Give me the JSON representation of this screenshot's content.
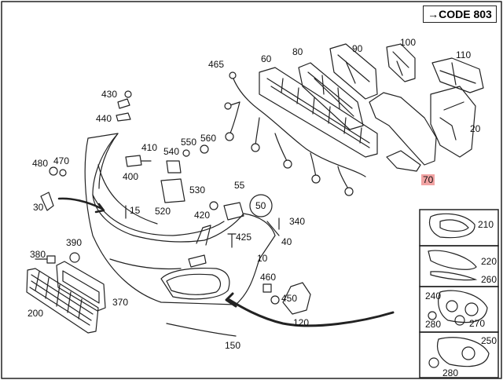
{
  "header": {
    "code_label": "→CODE 803"
  },
  "colors": {
    "highlight": "#f2a3a3",
    "line": "#222222"
  },
  "callouts": {
    "c10": "10",
    "c15": "15",
    "c20": "20",
    "c30": "30",
    "c40": "40",
    "c50": "50",
    "c55": "55",
    "c60": "60",
    "c70": "70",
    "c80": "80",
    "c90": "90",
    "c100": "100",
    "c110": "110",
    "c120": "120",
    "c150": "150",
    "c200": "200",
    "c210": "210",
    "c220": "220",
    "c240": "240",
    "c250": "250",
    "c260": "260",
    "c270": "270",
    "c280a": "280",
    "c280b": "280",
    "c340": "340",
    "c370": "370",
    "c380": "380",
    "c390": "390",
    "c400": "400",
    "c410": "410",
    "c420": "420",
    "c425": "425",
    "c430": "430",
    "c440": "440",
    "c450": "450",
    "c460": "460",
    "c465": "465",
    "c470": "470",
    "c480": "480",
    "c520": "520",
    "c530": "530",
    "c540": "540",
    "c550": "550",
    "c560": "560"
  }
}
